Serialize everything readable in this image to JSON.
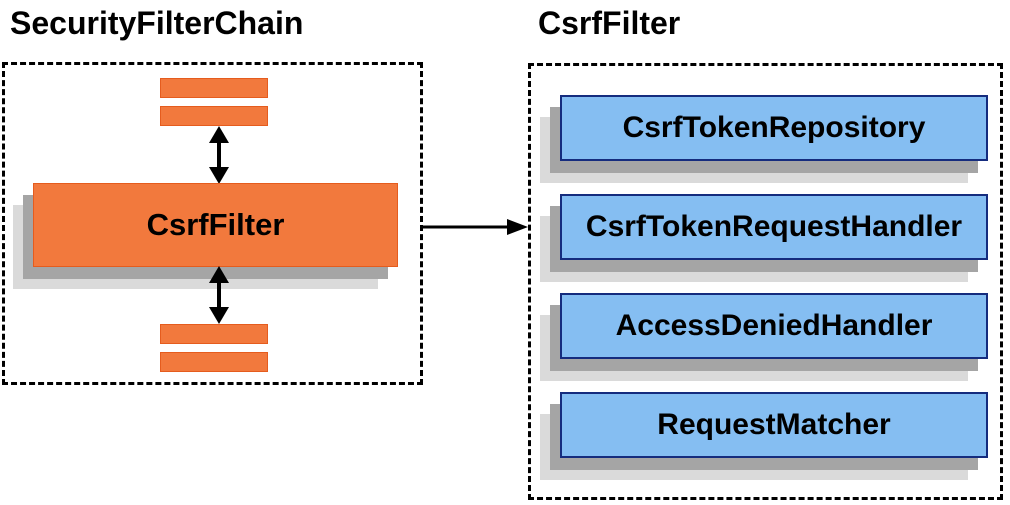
{
  "left_panel": {
    "title": "SecurityFilterChain",
    "filter_label": "CsrfFilter"
  },
  "right_panel": {
    "title": "CsrfFilter",
    "components": [
      "CsrfTokenRepository",
      "CsrfTokenRequestHandler",
      "AccessDeniedHandler",
      "RequestMatcher"
    ]
  },
  "colors": {
    "orange_fill": "#f2793d",
    "orange_border": "#e55c1e",
    "blue_fill": "#85bef2",
    "blue_border": "#152c7e",
    "shadow_near": "#a5a5a5",
    "shadow_far": "#dadada",
    "arrow": "#000000",
    "dashed_border": "#000000",
    "background": "#ffffff",
    "text": "#000000"
  }
}
